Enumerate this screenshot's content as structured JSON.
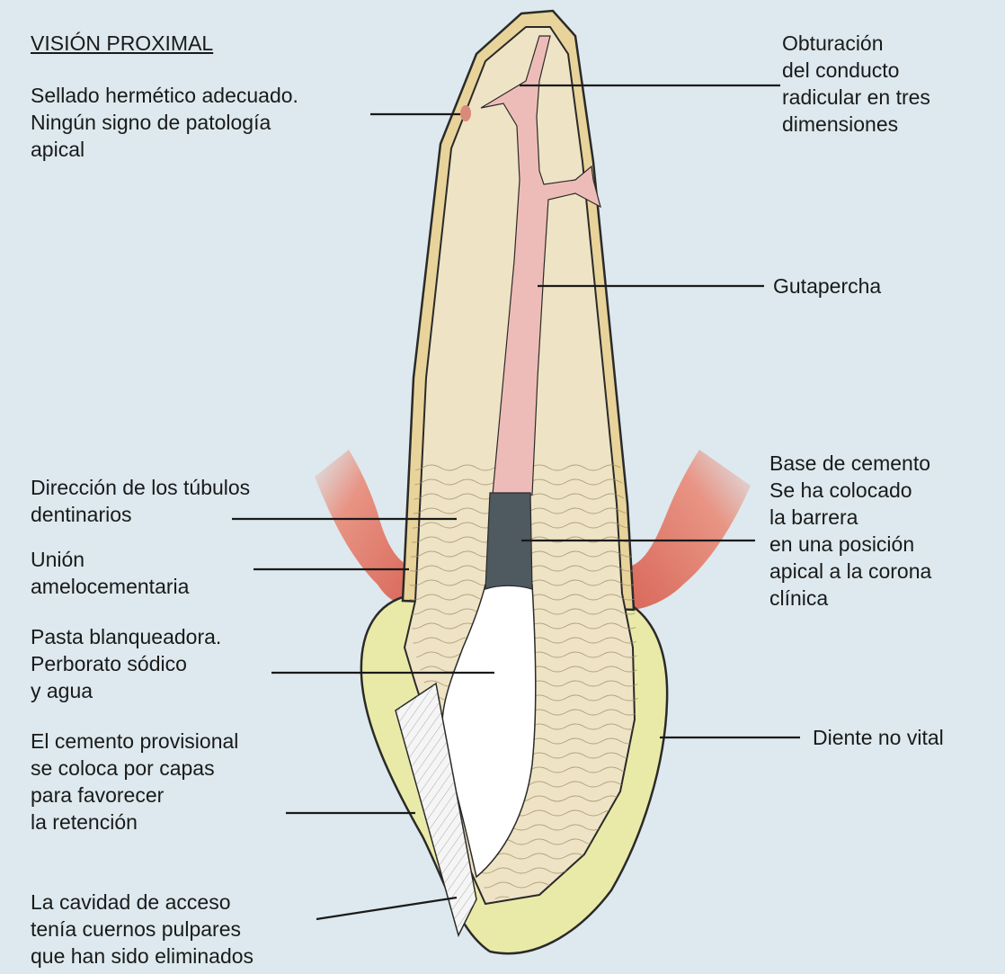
{
  "title": "VISIÓN PROXIMAL",
  "labels": {
    "sellado": "Sellado hermético adecuado.\nNingún signo de patología\napical",
    "obturacion": "Obturación\ndel conducto\nradicular en tres\ndimensiones",
    "gutapercha": "Gutapercha",
    "tubulos": "Dirección de los túbulos\ndentinarios",
    "union": "Unión\namelocementaria",
    "pasta": "Pasta blanqueadora.\nPerborato sódico\ny agua",
    "cemento_provisional": "El cemento provisional\nse coloca por capas\npara favorecer\nla retención",
    "cavidad": "La cavidad de acceso\ntenía cuernos pulpares\nque han sido eliminados",
    "base_cemento": "Base de cemento\nSe ha colocado\nla barrera\nen una posición\napical a la corona\nclínica",
    "diente": "Diente no vital"
  },
  "colors": {
    "background": "#dde9ee",
    "dentin": "#eee3c4",
    "enamel": "#eaeaa8",
    "gutta_percha": "#eebcb8",
    "gingiva": "#e07a6a",
    "cement_base": "#4f5960",
    "outline": "#2a2a2a"
  }
}
